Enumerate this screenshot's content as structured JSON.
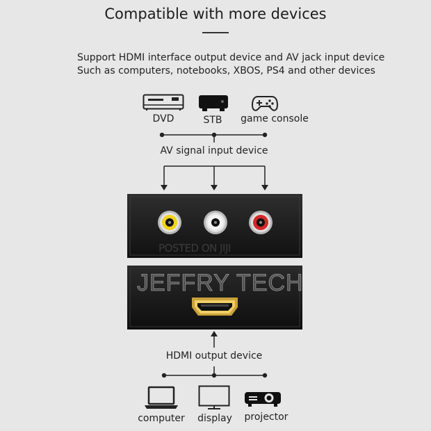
{
  "title": "Compatible with more devices",
  "description": {
    "line1": "Support HDMI interface output device and AV jack input device",
    "line2": "Such as computers, notebooks, XBOS, PS4 and other devices"
  },
  "input_devices": [
    {
      "label": "DVD",
      "icon": "dvd-player-icon"
    },
    {
      "label": "STB",
      "icon": "set-top-box-icon"
    },
    {
      "label": "game console",
      "icon": "gamepad-icon"
    }
  ],
  "av_input_label": "AV signal input device",
  "hdmi_output_label": "HDMI output device",
  "output_devices": [
    {
      "label": "computer",
      "icon": "laptop-icon"
    },
    {
      "label": "display",
      "icon": "monitor-icon"
    },
    {
      "label": "projector",
      "icon": "projector-icon"
    }
  ],
  "watermark": "POSTED ON JIJI",
  "brand": "JEFFRY TECH",
  "rca_colors": {
    "video": "#f2d21a",
    "audio_left": "#f4f4f4",
    "audio_right": "#d4282a"
  }
}
